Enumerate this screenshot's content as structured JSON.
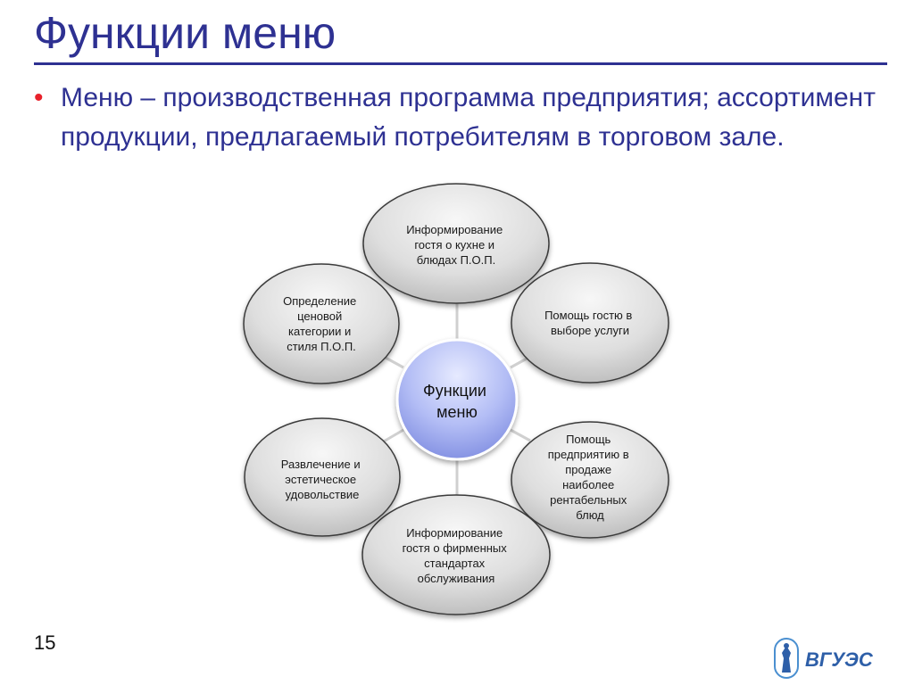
{
  "slide": {
    "title": "Функции меню",
    "bullet_text": "Меню – производственная программа предприятия; ассортимент продукции, предлагаемый потребителям в торговом зале.",
    "page_number": "15",
    "logo_text": "ВГУЭС"
  },
  "colors": {
    "title": "#2e3192",
    "bullet_marker": "#e8212b",
    "outer_node_fill": "#d9d9d9",
    "center_node_fill": "#aab4f0",
    "connector": "#d0d0d0"
  },
  "diagram": {
    "center": {
      "label": [
        "Функции",
        "меню"
      ]
    },
    "nodes": [
      {
        "id": "top",
        "label": [
          "Информирование",
          "гостя о кухне и",
          "блюдах П.О.П."
        ]
      },
      {
        "id": "top-right",
        "label": [
          "Помощь гостю в",
          "выборе услуги"
        ]
      },
      {
        "id": "bottom-right",
        "label": [
          "Помощь",
          "предприятию в",
          "продаже",
          "наиболее",
          "рентабельных",
          "блюд"
        ]
      },
      {
        "id": "bottom",
        "label": [
          "Информирование",
          "гостя о фирменных",
          "стандартах",
          "обслуживания"
        ]
      },
      {
        "id": "bottom-left",
        "label": [
          "Развлечение и",
          "эстетическое",
          "удовольствие"
        ]
      },
      {
        "id": "top-left",
        "label": [
          "Определение",
          "ценовой",
          "категории и",
          "стиля П.О.П."
        ]
      }
    ]
  }
}
